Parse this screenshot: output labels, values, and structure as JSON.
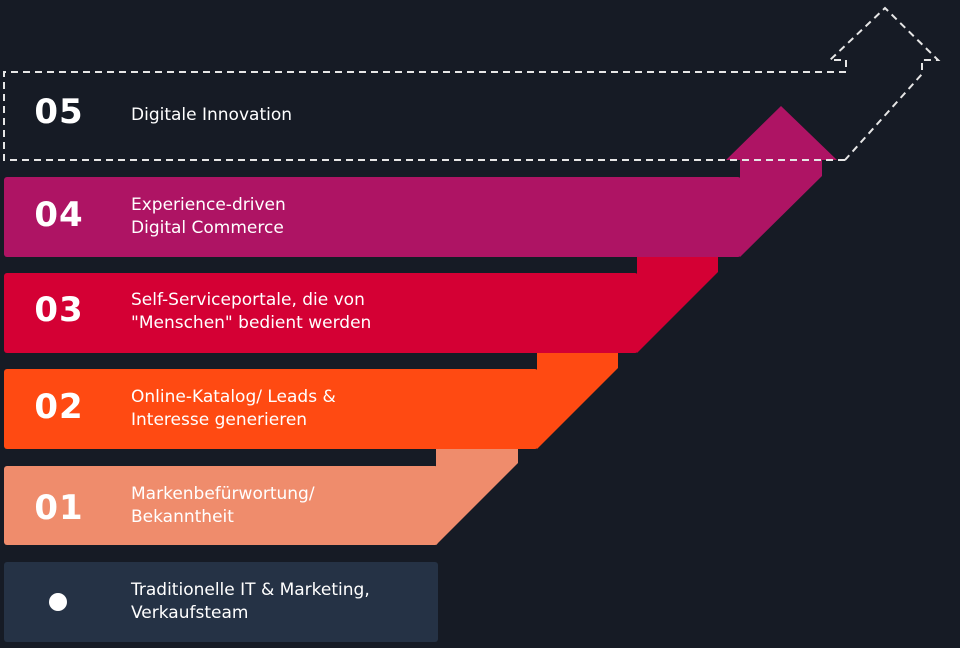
{
  "colors": {
    "background": "#161b25",
    "step_05": "#161b25",
    "step_04": "#ae1464",
    "step_03": "#d40034",
    "step_02": "#ff4a12",
    "step_01": "#ef8c6c",
    "base": "#253245",
    "dashed_outline": "#e6e6e6"
  },
  "steps": [
    {
      "number": "05",
      "lines": [
        "Digitale Innovation"
      ]
    },
    {
      "number": "04",
      "lines": [
        "Experience-driven",
        "Digital Commerce"
      ]
    },
    {
      "number": "03",
      "lines": [
        "Self-Serviceportale, die von",
        "\"Menschen\" bedient werden"
      ]
    },
    {
      "number": "02",
      "lines": [
        "Online-Katalog/ Leads &",
        "Interesse generieren"
      ]
    },
    {
      "number": "01",
      "lines": [
        "Markenbefürwortung/",
        "Bekanntheit"
      ]
    }
  ],
  "base": {
    "lines": [
      "Traditionelle IT & Marketing,",
      "Verkaufsteam"
    ]
  }
}
